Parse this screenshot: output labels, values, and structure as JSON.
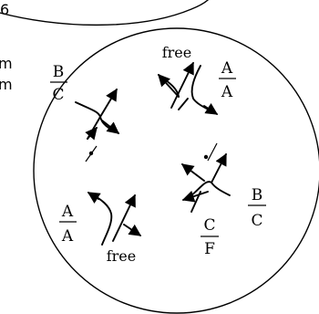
{
  "background_fragments": {
    "top_partial_text": "6",
    "left_partial_lines": [
      "m",
      "m"
    ]
  },
  "groups": [
    {
      "id": "top-left",
      "label": "B/C",
      "numerator": "B",
      "denominator": "C"
    },
    {
      "id": "top-right",
      "label": "A/A",
      "numerator": "A",
      "denominator": "A",
      "free_text": "free"
    },
    {
      "id": "bottom-left",
      "label": "A/A",
      "numerator": "A",
      "denominator": "A",
      "free_text": "free"
    },
    {
      "id": "bottom-right",
      "label": "B/C",
      "numerator": "B",
      "denominator": "C",
      "extra": {
        "numerator": "C",
        "denominator": "F"
      }
    }
  ]
}
